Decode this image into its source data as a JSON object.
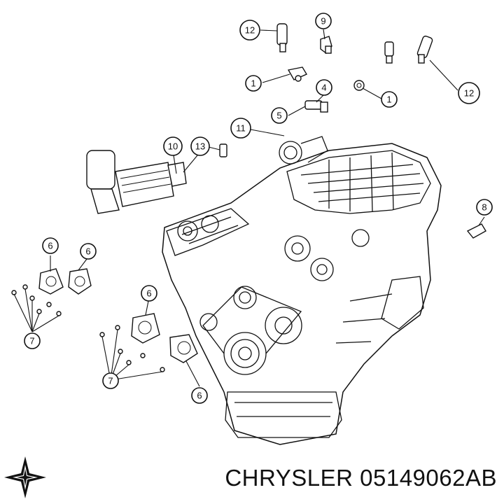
{
  "caption": {
    "brand": "CHRYSLER",
    "part_number": "05149062AB"
  },
  "callouts": [
    {
      "id": "c12a",
      "label": "12"
    },
    {
      "id": "c9",
      "label": "9"
    },
    {
      "id": "c1a",
      "label": "1"
    },
    {
      "id": "c4",
      "label": "4"
    },
    {
      "id": "c1b",
      "label": "1"
    },
    {
      "id": "c12b",
      "label": "12"
    },
    {
      "id": "c5",
      "label": "5"
    },
    {
      "id": "c11",
      "label": "11"
    },
    {
      "id": "c10",
      "label": "10"
    },
    {
      "id": "c13",
      "label": "13"
    },
    {
      "id": "c8",
      "label": "8"
    },
    {
      "id": "c6a",
      "label": "6"
    },
    {
      "id": "c6b",
      "label": "6"
    },
    {
      "id": "c6c",
      "label": "6"
    },
    {
      "id": "c7a",
      "label": "7"
    },
    {
      "id": "c7b",
      "label": "7"
    },
    {
      "id": "c6d",
      "label": "6"
    }
  ],
  "logo": {
    "icon": "pentastar-logo-icon"
  }
}
